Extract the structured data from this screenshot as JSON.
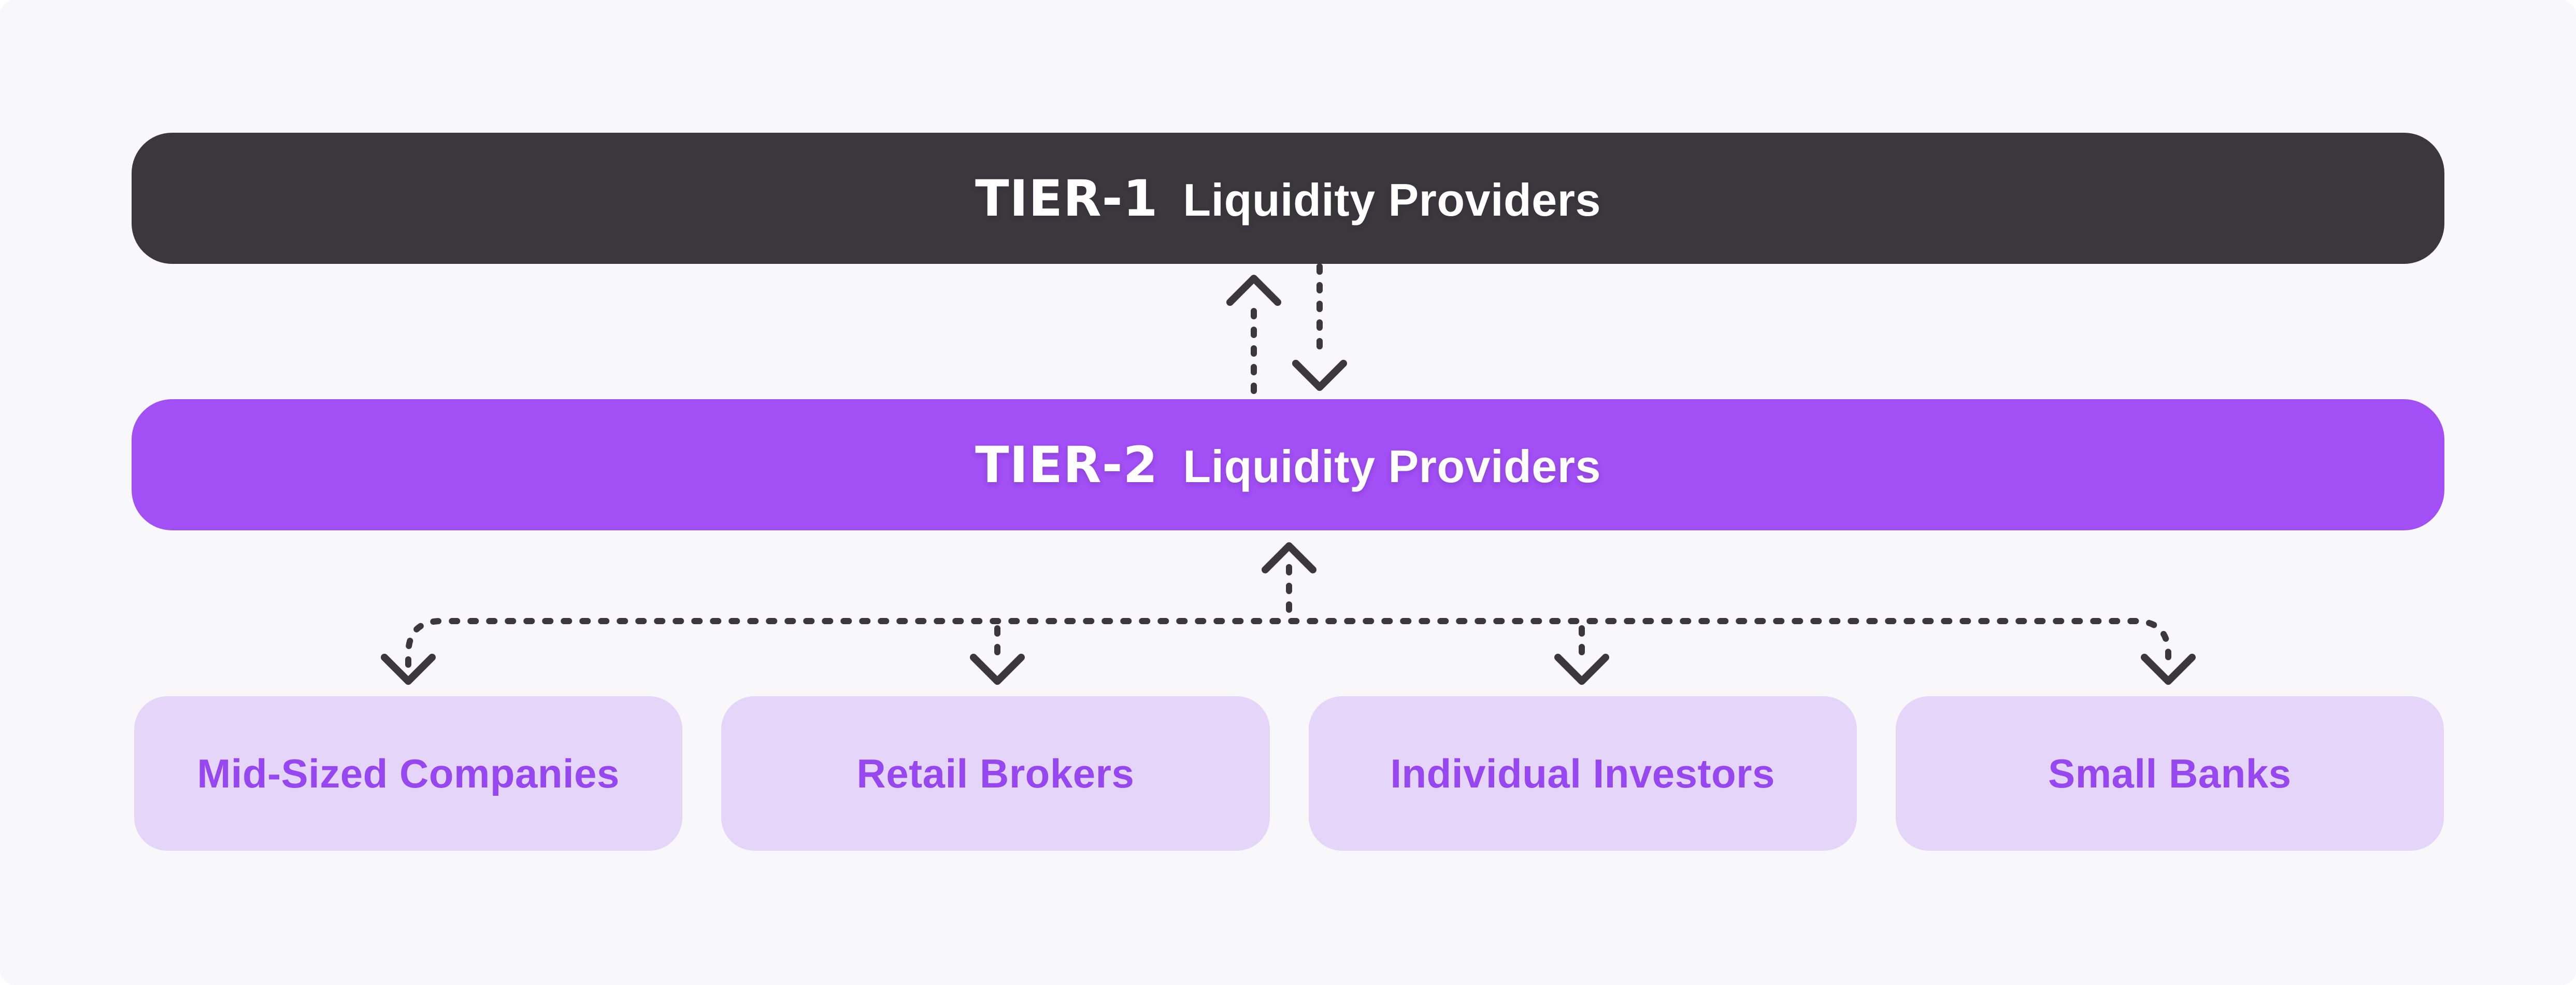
{
  "colors": {
    "page_background": "#ffffff",
    "canvas": "#f8f7fa",
    "tier1_fill": "#3b383d",
    "tier2_fill": "#a24ff5",
    "bar_text": "#ffffff",
    "node_fill": "#e5d5f9",
    "node_text": "#9747f0",
    "arrow": "#3b383d"
  },
  "tier1": {
    "tier": "TIER-1",
    "label": "Liquidity Providers"
  },
  "tier2": {
    "tier": "TIER-2",
    "label": "Liquidity Providers"
  },
  "nodes": [
    {
      "label": "Mid-Sized Companies"
    },
    {
      "label": "Retail Brokers"
    },
    {
      "label": "Individual Investors"
    },
    {
      "label": "Small Banks"
    }
  ]
}
